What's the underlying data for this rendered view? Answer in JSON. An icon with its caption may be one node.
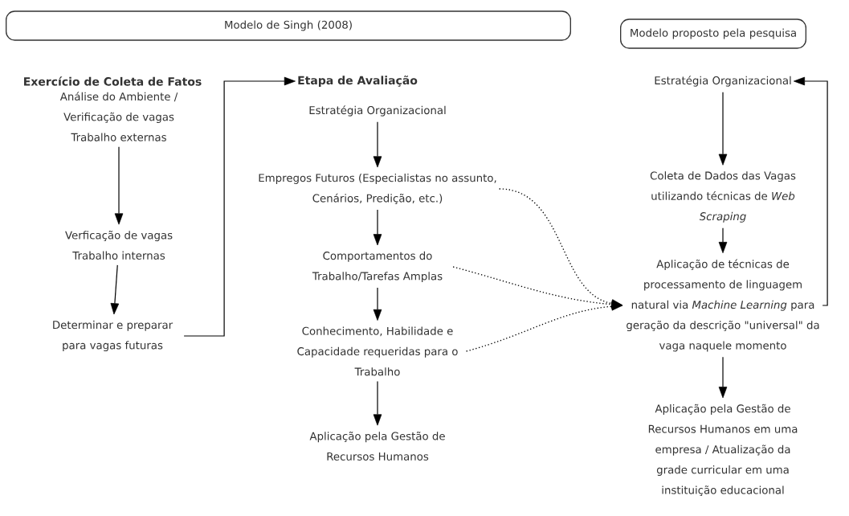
{
  "diagram": {
    "nodes": [
      {
        "text": [
          "Modelo de Singh (2008)"
        ]
      },
      {
        "text": [
          "Modelo proposto pela pesquisa"
        ]
      },
      {
        "text": [
          "Exercício de Coleta de Fatos"
        ]
      },
      {
        "text": [
          "Análise do Ambiente / Verificação de vagas Trabalho externas"
        ]
      },
      {
        "text": [
          "Verficação de vagas Trabalho internas"
        ]
      },
      {
        "text": [
          "Determinar e preparar para vagas futuras"
        ]
      },
      {
        "text": [
          "Etapa de Avaliação"
        ]
      },
      {
        "text": [
          "Estratégia Organizacional"
        ]
      },
      {
        "text": [
          "Empregos Futuros (Especialistas no assunto, Cenários, Predição, etc.)"
        ]
      },
      {
        "text": [
          "Comportamentos do Trabalho/Tarefas Amplas"
        ]
      },
      {
        "text": [
          "Conhecimento, Habilidade e Capacidade requeridas para o Trabalho"
        ]
      },
      {
        "text": [
          "Aplicação pela Gestão de Recursos Humanos"
        ]
      },
      {
        "text": [
          "Estratégia Organizacional"
        ]
      },
      {
        "text": [
          "Coleta de Dados das Vagas utilizando técnicas de *Web Scraping*"
        ]
      },
      {
        "text": [
          "Aplicação de técnicas de processamento de linguagem natural via *Machine Learning* para geração da descrição \"universal\" da vaga naquele momento"
        ]
      },
      {
        "text": [
          "Aplicação pela Gestão de Recursos Humanos em uma empresa / Atualização da grade curricular em uma instituição educacional"
        ]
      }
    ],
    "edges": [
      {
        "from": 3,
        "to": 4,
        "arrow": "to"
      },
      {
        "from": 4,
        "to": 5,
        "arrow": "to"
      },
      {
        "from": 5,
        "to": 6,
        "arrow": "to"
      },
      {
        "from": 7,
        "to": 8,
        "arrow": "to"
      },
      {
        "from": 8,
        "to": 9,
        "arrow": "to"
      },
      {
        "from": 9,
        "to": 10,
        "arrow": "to"
      },
      {
        "from": 10,
        "to": 11,
        "arrow": "to"
      },
      {
        "from": 8,
        "to": 14,
        "arrow": "to",
        "style": "dashed"
      },
      {
        "from": 9,
        "to": 14,
        "arrow": "to",
        "style": "dashed"
      },
      {
        "from": 10,
        "to": 14,
        "arrow": "to",
        "style": "dashed"
      },
      {
        "from": 12,
        "to": 13,
        "arrow": "to"
      },
      {
        "from": 13,
        "to": 14,
        "arrow": "to"
      },
      {
        "from": 14,
        "to": 15,
        "arrow": "to"
      },
      {
        "from": 14,
        "to": 12,
        "arrow": "to"
      }
    ]
  }
}
